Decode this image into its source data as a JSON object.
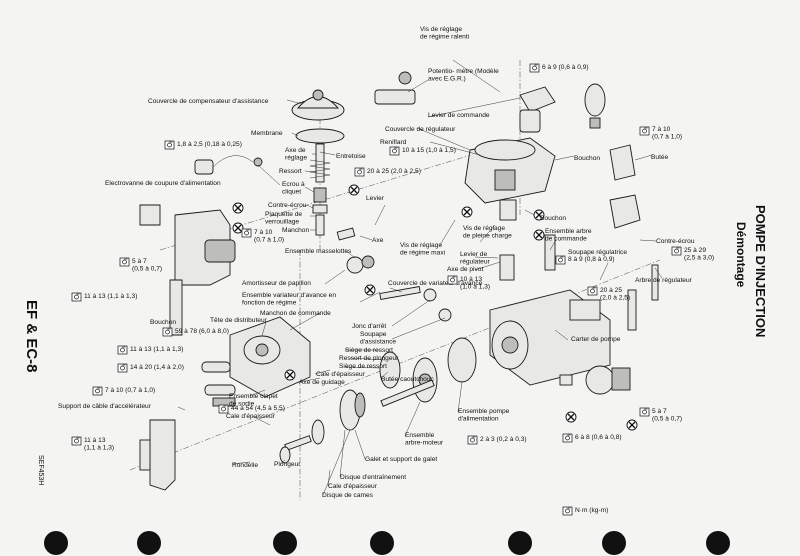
{
  "side": {
    "left_title": "EF & EC-8",
    "right_title": "POMPE D'INJECTION",
    "right_subtitle": "Démontage",
    "figure_code": "SEF453H"
  },
  "legend": {
    "unit": "N·m (kg-m)"
  },
  "labels": {
    "vis_ralenti": "Vis de réglage de régime ralenti",
    "potentiometre": "Potentio- mètre (Modèle avec E.G.R.)",
    "couvercle_compensateur": "Couvercle de compensateur d'assistance",
    "levier_commande": "Levier de commande",
    "couvercle_regulateur": "Couvercle de régulateur",
    "membrane": "Membrane",
    "axe_reglage": "Axe de réglage",
    "entretoise": "Entretoise",
    "reniflard": "Reniflard",
    "bouchon_1": "Bouchon",
    "butee": "Butée",
    "ressort": "Ressort",
    "ecrou_cliquet": "Ecrou à cliquet",
    "electrovanne": "Electrovanne de coupure d'alimentation",
    "contre_ecrou_1": "Contre-écrou",
    "plaquette": "Plaquette de verrouillage",
    "manchon": "Manchon",
    "levier": "Levier",
    "axe": "Axe",
    "ensemble_masselottes": "Ensemble masselottes",
    "bouchon_2": "Bouchon",
    "vis_regime_maxi": "Vis de réglage de régime maxi",
    "vis_pleine_charge": "Vis de réglage de pleine charge",
    "ensemble_arbre_commande": "Ensemble arbre de commande",
    "contre_ecrou_2": "Contre-écrou",
    "axe_pivot": "Axe de pivot",
    "levier_regulateur": "Levier de régulateur",
    "soupape_regulatrice": "Soupape régulatrice",
    "arbre_regulateur": "Arbre de régulateur",
    "amortisseur": "Amortisseur de papillon",
    "couvercle_variateur": "Couvercle de variateur d'avance",
    "ensemble_variateur": "Ensemble variateur d'avance en fonction de régime",
    "manchon_commande": "Manchon de commande",
    "tete_distributeur": "Tête de distributeur",
    "bouchon_3": "Bouchon",
    "jonc": "Jonc d'arrêt",
    "soupape_assistance": "Soupape d'assistance",
    "carter_pompe": "Carter de pompe",
    "siege_ressort_1": "Siège de ressort",
    "ressort_plongeur": "Ressort de plongeur",
    "siege_ressort_2": "Siège de ressort",
    "cale_epaisseur_1": "Cale d'épaisseur",
    "axe_guidage": "Axe de guidage",
    "butee_caoutchouc": "Butée caoutchouc",
    "ensemble_clapet": "Ensemble clapet de sortie",
    "support_cable": "Support de câble d'accélérateur",
    "cale_epaisseur_2": "Cale d'épaisseur",
    "ensemble_pompe_alim": "Ensemble pompe d'alimentation",
    "ensemble_arbre_moteur": "Ensemble arbre-moteur",
    "plongeur": "Plongeur",
    "galet": "Galet et support de galet",
    "disque_entrainement": "Disque d'entraînement",
    "rondelle": "Rondelle",
    "cale_epaisseur_3": "Cale d'épaisseur",
    "disque_cames": "Disque de cames"
  },
  "torques": {
    "t1": "6 à 9 (0,6 à 0,9)",
    "t2": "1,8 à 2,5 (0,18 à 0,25)",
    "t3": "10 à 15 (1,0 à 1,5)",
    "t4": "7 à 10 (0,7 à 1,0)",
    "t5": "20 à 25 (2,0 à 2,5)",
    "t6": "7 à 10 (0,7 à 1,0)",
    "t7": "5 à 7 (0,5 à 0,7)",
    "t8": "8 à 9 (0,8 à 0,9)",
    "t9": "25 à 29 (2,5 à 3,0)",
    "t10": "10 à 13 (1,0 à 1,3)",
    "t11": "11 à 13 (1,1 à 1,3)",
    "t12": "20 à 25 (2,0 à 2,5)",
    "t13": "59 à 78 (6,0 à 8,0)",
    "t14": "11 à 13 (1,1 à 1,3)",
    "t15": "14 à 20 (1,4 à 2,0)",
    "t16": "7 à 10 (0,7 à 1,0)",
    "t17": "44 à 54 (4,5 à 5,5)",
    "t18": "5 à 7 (0,5 à 0,7)",
    "t19": "11 à 13 (1,1 à 1,3)",
    "t20": "2 à 3 (0,2 à 0,3)",
    "t21": "6 à 8 (0,6 à 0,8)"
  }
}
